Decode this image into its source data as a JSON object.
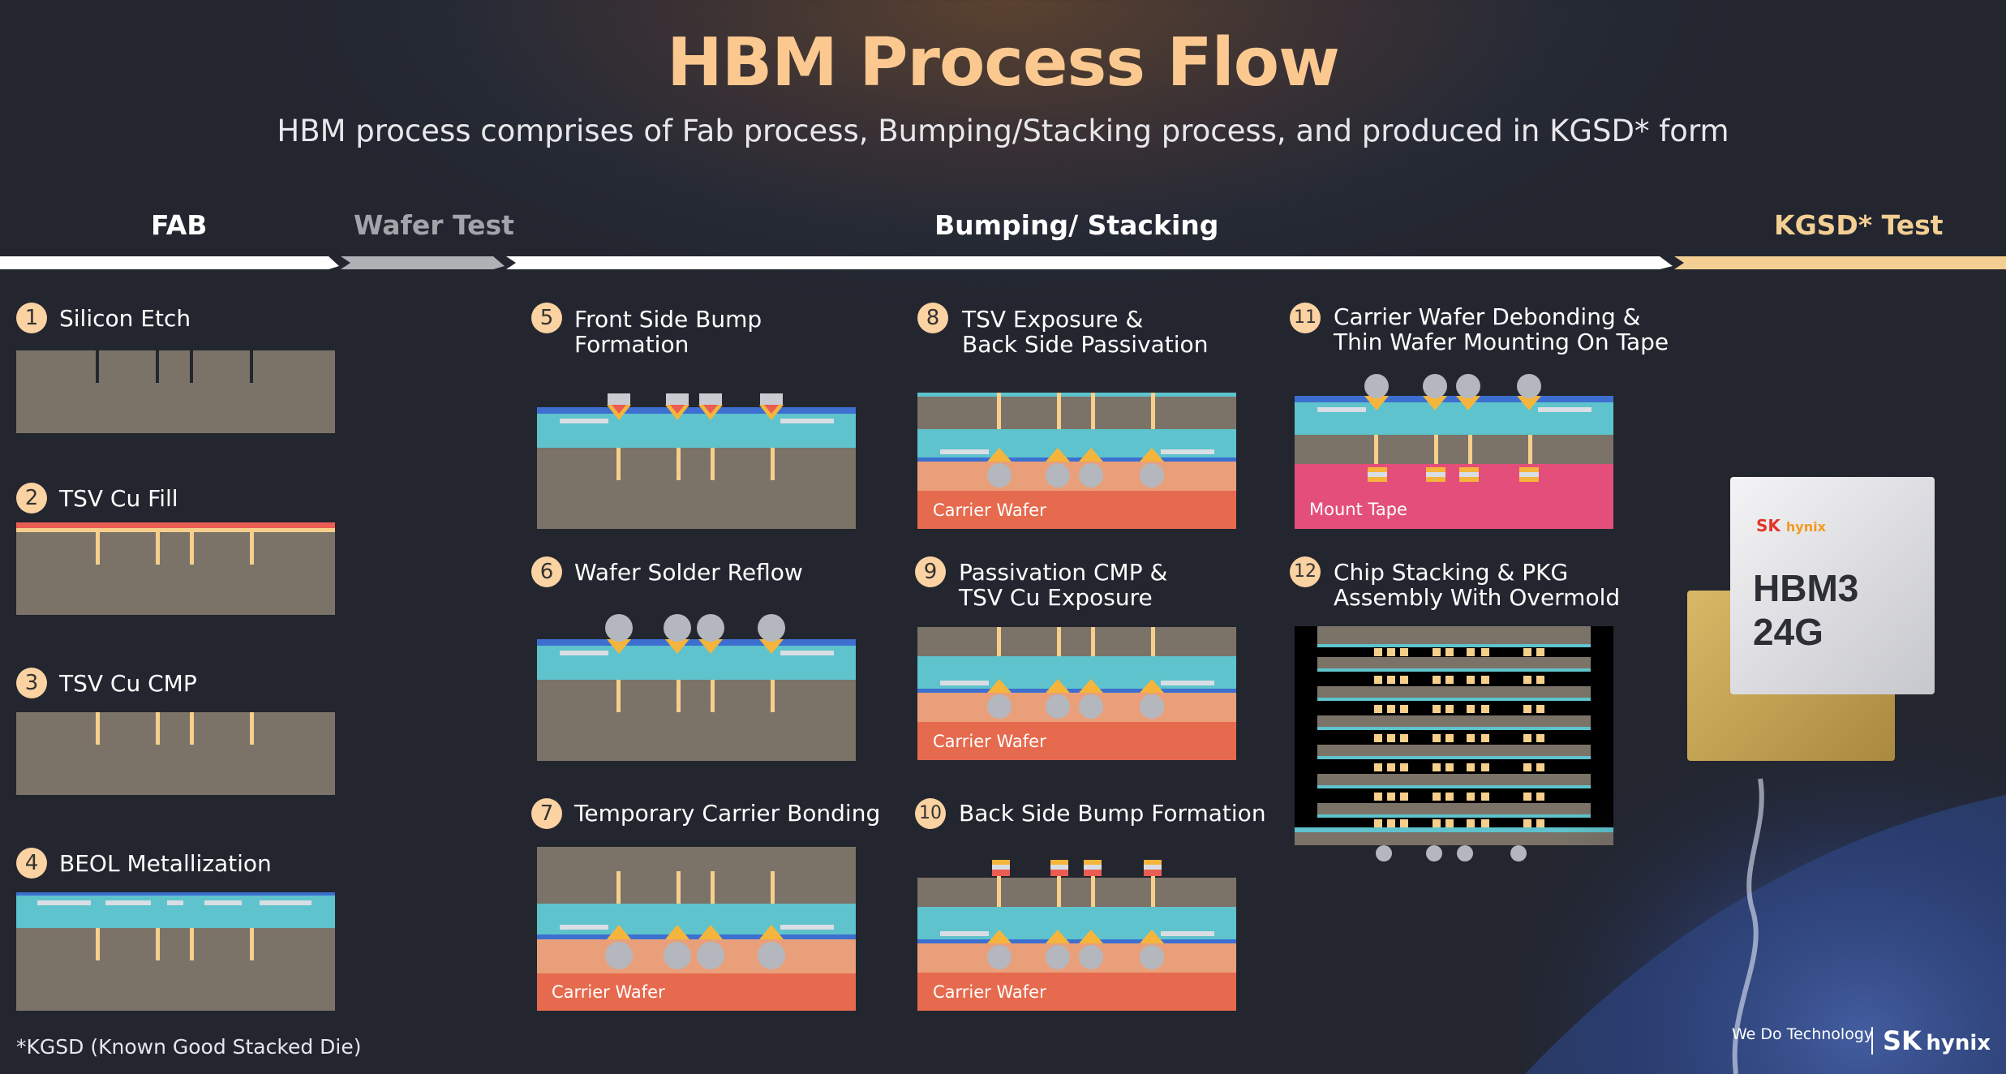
{
  "title": "HBM Process Flow",
  "subtitle": "HBM process comprises of Fab process, Bumping/Stacking process, and produced in KGSD* form",
  "phases": {
    "fab": "FAB",
    "wafer_test": "Wafer Test",
    "bumping": "Bumping/ Stacking",
    "kgsd_test": "KGSD* Test"
  },
  "steps": [
    {
      "num": "1",
      "label": "Silicon Etch"
    },
    {
      "num": "2",
      "label": "TSV Cu Fill"
    },
    {
      "num": "3",
      "label": "TSV Cu CMP"
    },
    {
      "num": "4",
      "label": "BEOL Metallization"
    },
    {
      "num": "5",
      "label_l1": "Front Side Bump",
      "label_l2": "Formation"
    },
    {
      "num": "6",
      "label": "Wafer Solder Reflow"
    },
    {
      "num": "7",
      "label": "Temporary Carrier Bonding",
      "carrier": "Carrier Wafer"
    },
    {
      "num": "8",
      "label_l1": "TSV Exposure &",
      "label_l2": "Back Side Passivation",
      "carrier": "Carrier Wafer"
    },
    {
      "num": "9",
      "label_l1": "Passivation CMP &",
      "label_l2": "TSV Cu Exposure",
      "carrier": "Carrier Wafer"
    },
    {
      "num": "10",
      "label": "Back Side Bump Formation",
      "carrier": "Carrier Wafer"
    },
    {
      "num": "11",
      "label_l1": "Carrier Wafer Debonding &",
      "label_l2": "Thin Wafer Mounting On Tape",
      "carrier": "Mount Tape"
    },
    {
      "num": "12",
      "label_l1": "Chip Stacking & PKG",
      "label_l2": "Assembly With Overmold"
    }
  ],
  "product": {
    "brand_sk": "SK",
    "brand_hynix": "hynix",
    "name": "HBM3 24G"
  },
  "footnote": "*KGSD (Known Good Stacked Die)",
  "footer": {
    "slogan": "We Do Technology",
    "brand_sk": "SK",
    "brand_hynix": "hynix"
  },
  "colors": {
    "title": "#fbc990",
    "silicon": "#7b7368",
    "copper": "#f6cf8b",
    "beol": "#5ec3cc",
    "carrier_wafer": "#e66a4e",
    "adhesive": "#e9a07a",
    "mount_tape": "#e34f7a",
    "kgsd_accent": "#f3cf94"
  }
}
